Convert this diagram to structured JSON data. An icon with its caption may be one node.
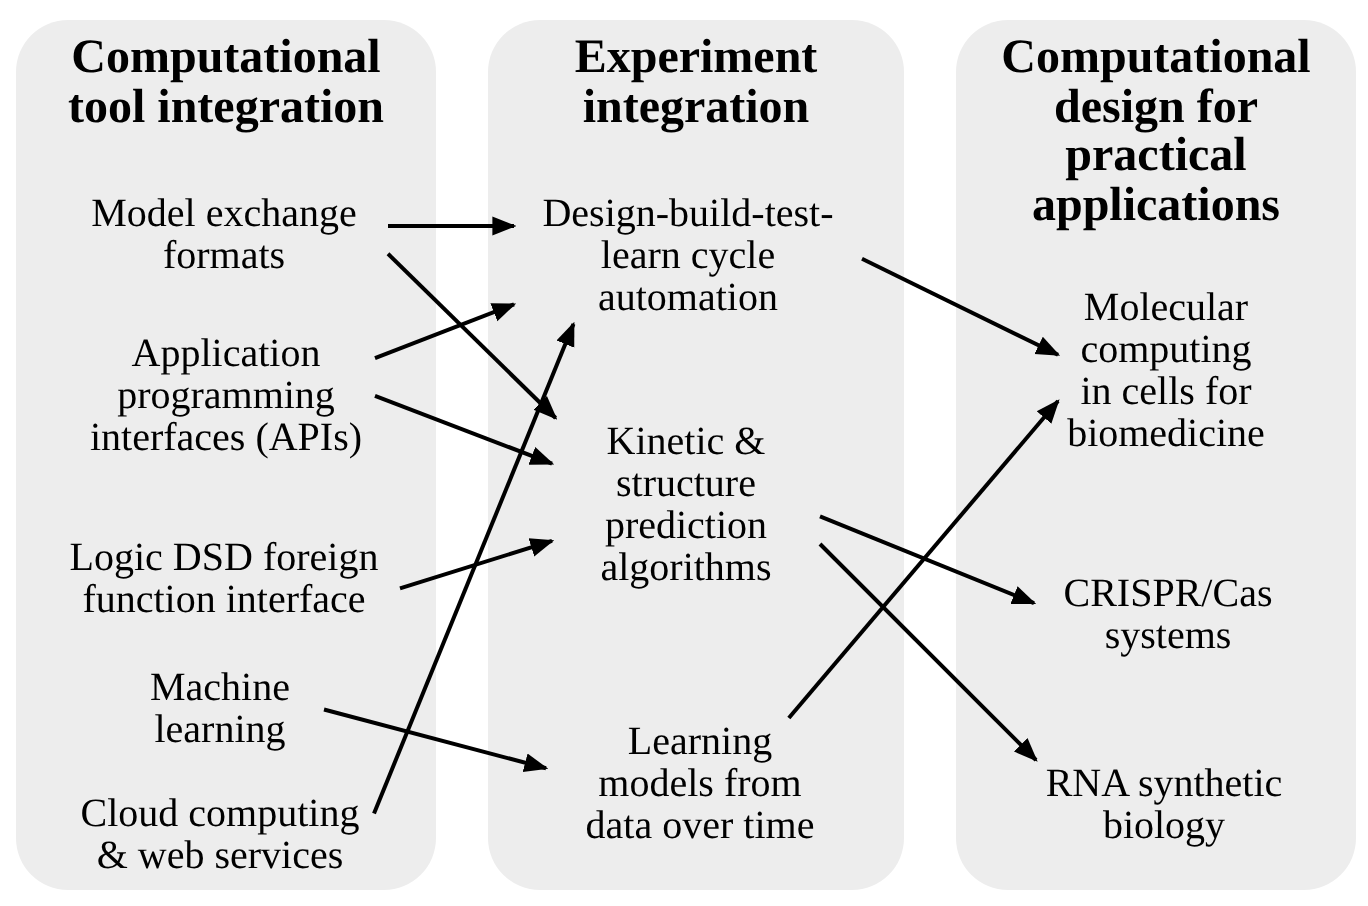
{
  "diagram": {
    "nodes": [
      {
        "text": [
          "Computational tool integration"
        ]
      },
      {
        "text": [
          "Experiment integration"
        ]
      },
      {
        "text": [
          "Computational design for practical applications"
        ]
      },
      {
        "text": [
          "Model exchange formats"
        ],
        "in": 0
      },
      {
        "text": [
          "Application programming interfaces (APIs)"
        ],
        "in": 0
      },
      {
        "text": [
          "Logic DSD foreign function interface"
        ],
        "in": 0
      },
      {
        "text": [
          "Machine learning"
        ],
        "in": 0
      },
      {
        "text": [
          "Cloud computing & web services"
        ],
        "in": 0
      },
      {
        "text": [
          "Design-build-test-learn cycle automation"
        ],
        "in": 1
      },
      {
        "text": [
          "Kinetic & structure prediction algorithms"
        ],
        "in": 1
      },
      {
        "text": [
          "Learning models from data over time"
        ],
        "in": 1
      },
      {
        "text": [
          "Molecular computing in cells for biomedicine"
        ],
        "in": 2
      },
      {
        "text": [
          "CRISPR/Cas systems"
        ],
        "in": 2
      },
      {
        "text": [
          "RNA synthetic biology"
        ],
        "in": 2
      }
    ],
    "edges": [
      {
        "from": 3,
        "to": 8,
        "arrow": "to"
      },
      {
        "from": 3,
        "to": 9,
        "arrow": "to"
      },
      {
        "from": 4,
        "to": 8,
        "arrow": "to"
      },
      {
        "from": 4,
        "to": 9,
        "arrow": "to"
      },
      {
        "from": 5,
        "to": 9,
        "arrow": "to"
      },
      {
        "from": 6,
        "to": 10,
        "arrow": "to"
      },
      {
        "from": 7,
        "to": 8,
        "arrow": "to"
      },
      {
        "from": 8,
        "to": 11,
        "arrow": "to"
      },
      {
        "from": 9,
        "to": 12,
        "arrow": "to"
      },
      {
        "from": 9,
        "to": 13,
        "arrow": "to"
      },
      {
        "from": 10,
        "to": 11,
        "arrow": "to"
      }
    ]
  }
}
